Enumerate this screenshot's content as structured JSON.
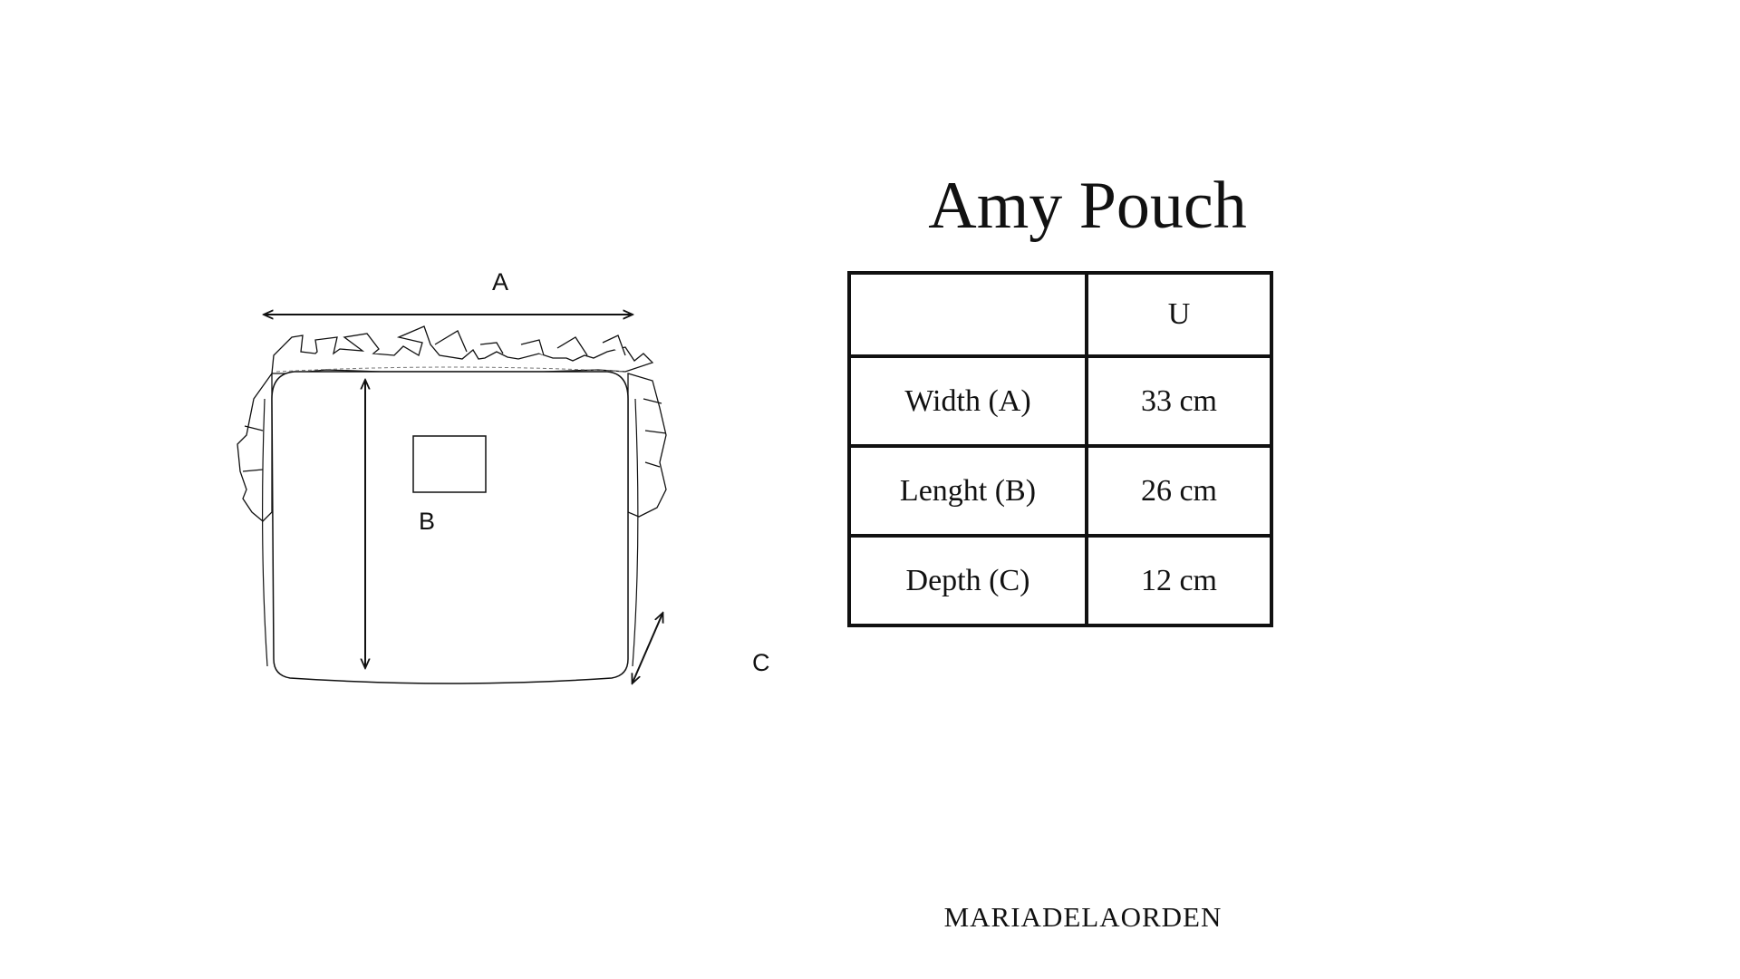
{
  "title": "Amy Pouch",
  "diagram": {
    "label_a": "A",
    "label_b": "B",
    "label_c": "C"
  },
  "table": {
    "header": [
      "",
      "U"
    ],
    "rows": [
      {
        "label": "Width (A)",
        "value": "33 cm"
      },
      {
        "label": "Lenght (B)",
        "value": "26 cm"
      },
      {
        "label": "Depth (C)",
        "value": "12 cm"
      }
    ]
  },
  "brand": "MARIADELAORDEN"
}
